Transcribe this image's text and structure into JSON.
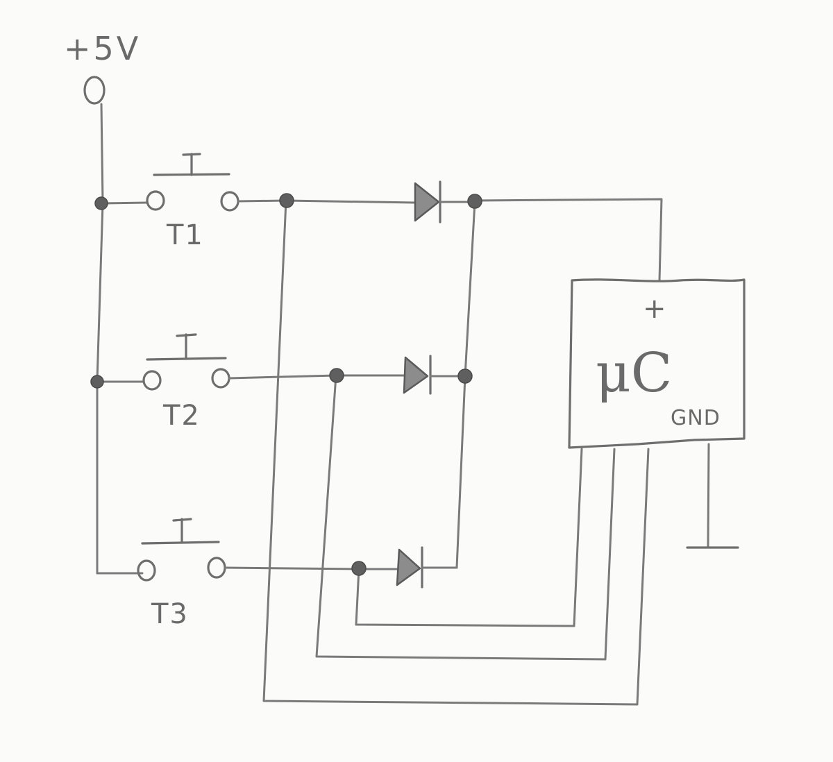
{
  "supply": {
    "label": "+5V"
  },
  "switches": [
    {
      "label": "T1"
    },
    {
      "label": "T2"
    },
    {
      "label": "T3"
    }
  ],
  "microcontroller": {
    "label": "μC",
    "supply_pin_label": "+",
    "ground_pin_label": "GND"
  },
  "colors": {
    "ink": "#6e6e6e",
    "paper": "#fbfbfa"
  }
}
